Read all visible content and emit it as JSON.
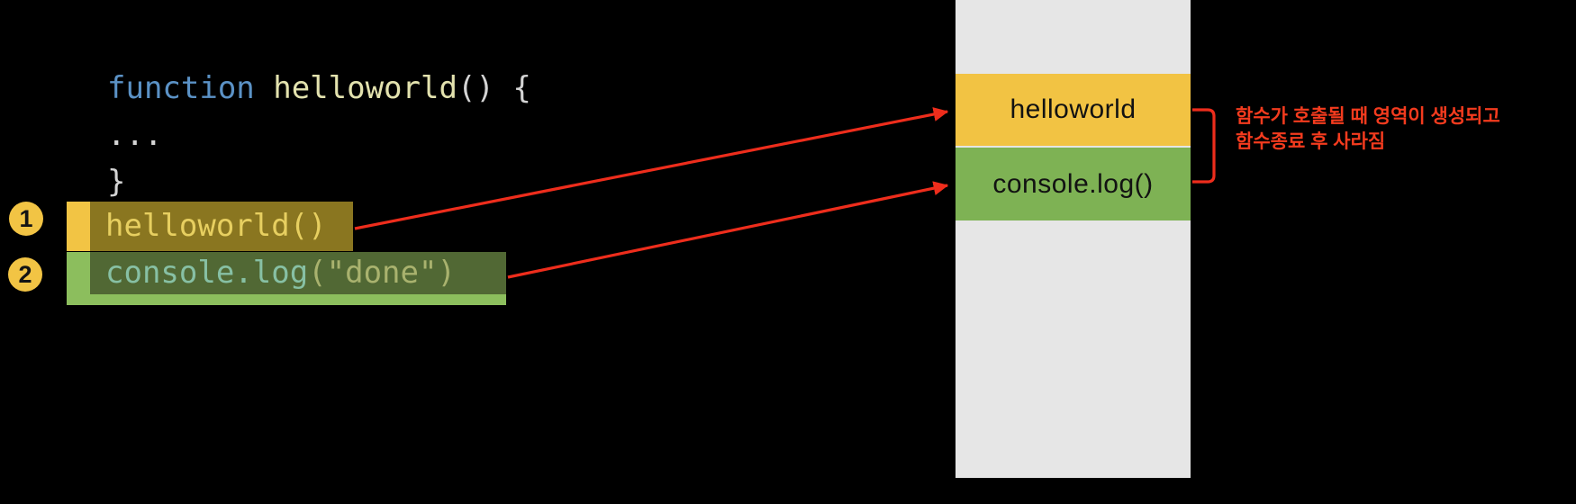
{
  "colors": {
    "background": "#000000",
    "keyword_blue": "#5B92C6",
    "pale_identifier": "#E3E2AE",
    "punctuation_gray": "#D4D4D4",
    "call1_bg": "#8A7620",
    "call1_tab": "#F2C444",
    "call1_text": "#E7CF60",
    "call2_bg": "#516834",
    "call2_tab": "#8CBE5D",
    "call2_object_text": "#87C0A4",
    "call2_args_text": "#A9B26E",
    "stack_bg": "#E6E6E6",
    "frame_yellow": "#F2C343",
    "frame_green": "#7EB254",
    "arrow_red": "#EE2D1C",
    "annotation_red": "#F43B1E"
  },
  "code": {
    "declaration": {
      "keyword": "function ",
      "name": "helloworld",
      "punctuation": "() {"
    },
    "body_ellipsis": "...",
    "closing_brace": "}"
  },
  "calls": [
    {
      "step": "1",
      "text": "helloworld()"
    },
    {
      "step": "2",
      "object": "console.log",
      "args": "(\"done\")"
    }
  ],
  "stack": {
    "frames": [
      {
        "label": "helloworld"
      },
      {
        "label": "console.log()"
      }
    ]
  },
  "annotation": {
    "line1": "함수가 호출될 때 영역이 생성되고",
    "line2": "함수종료 후 사라짐"
  }
}
